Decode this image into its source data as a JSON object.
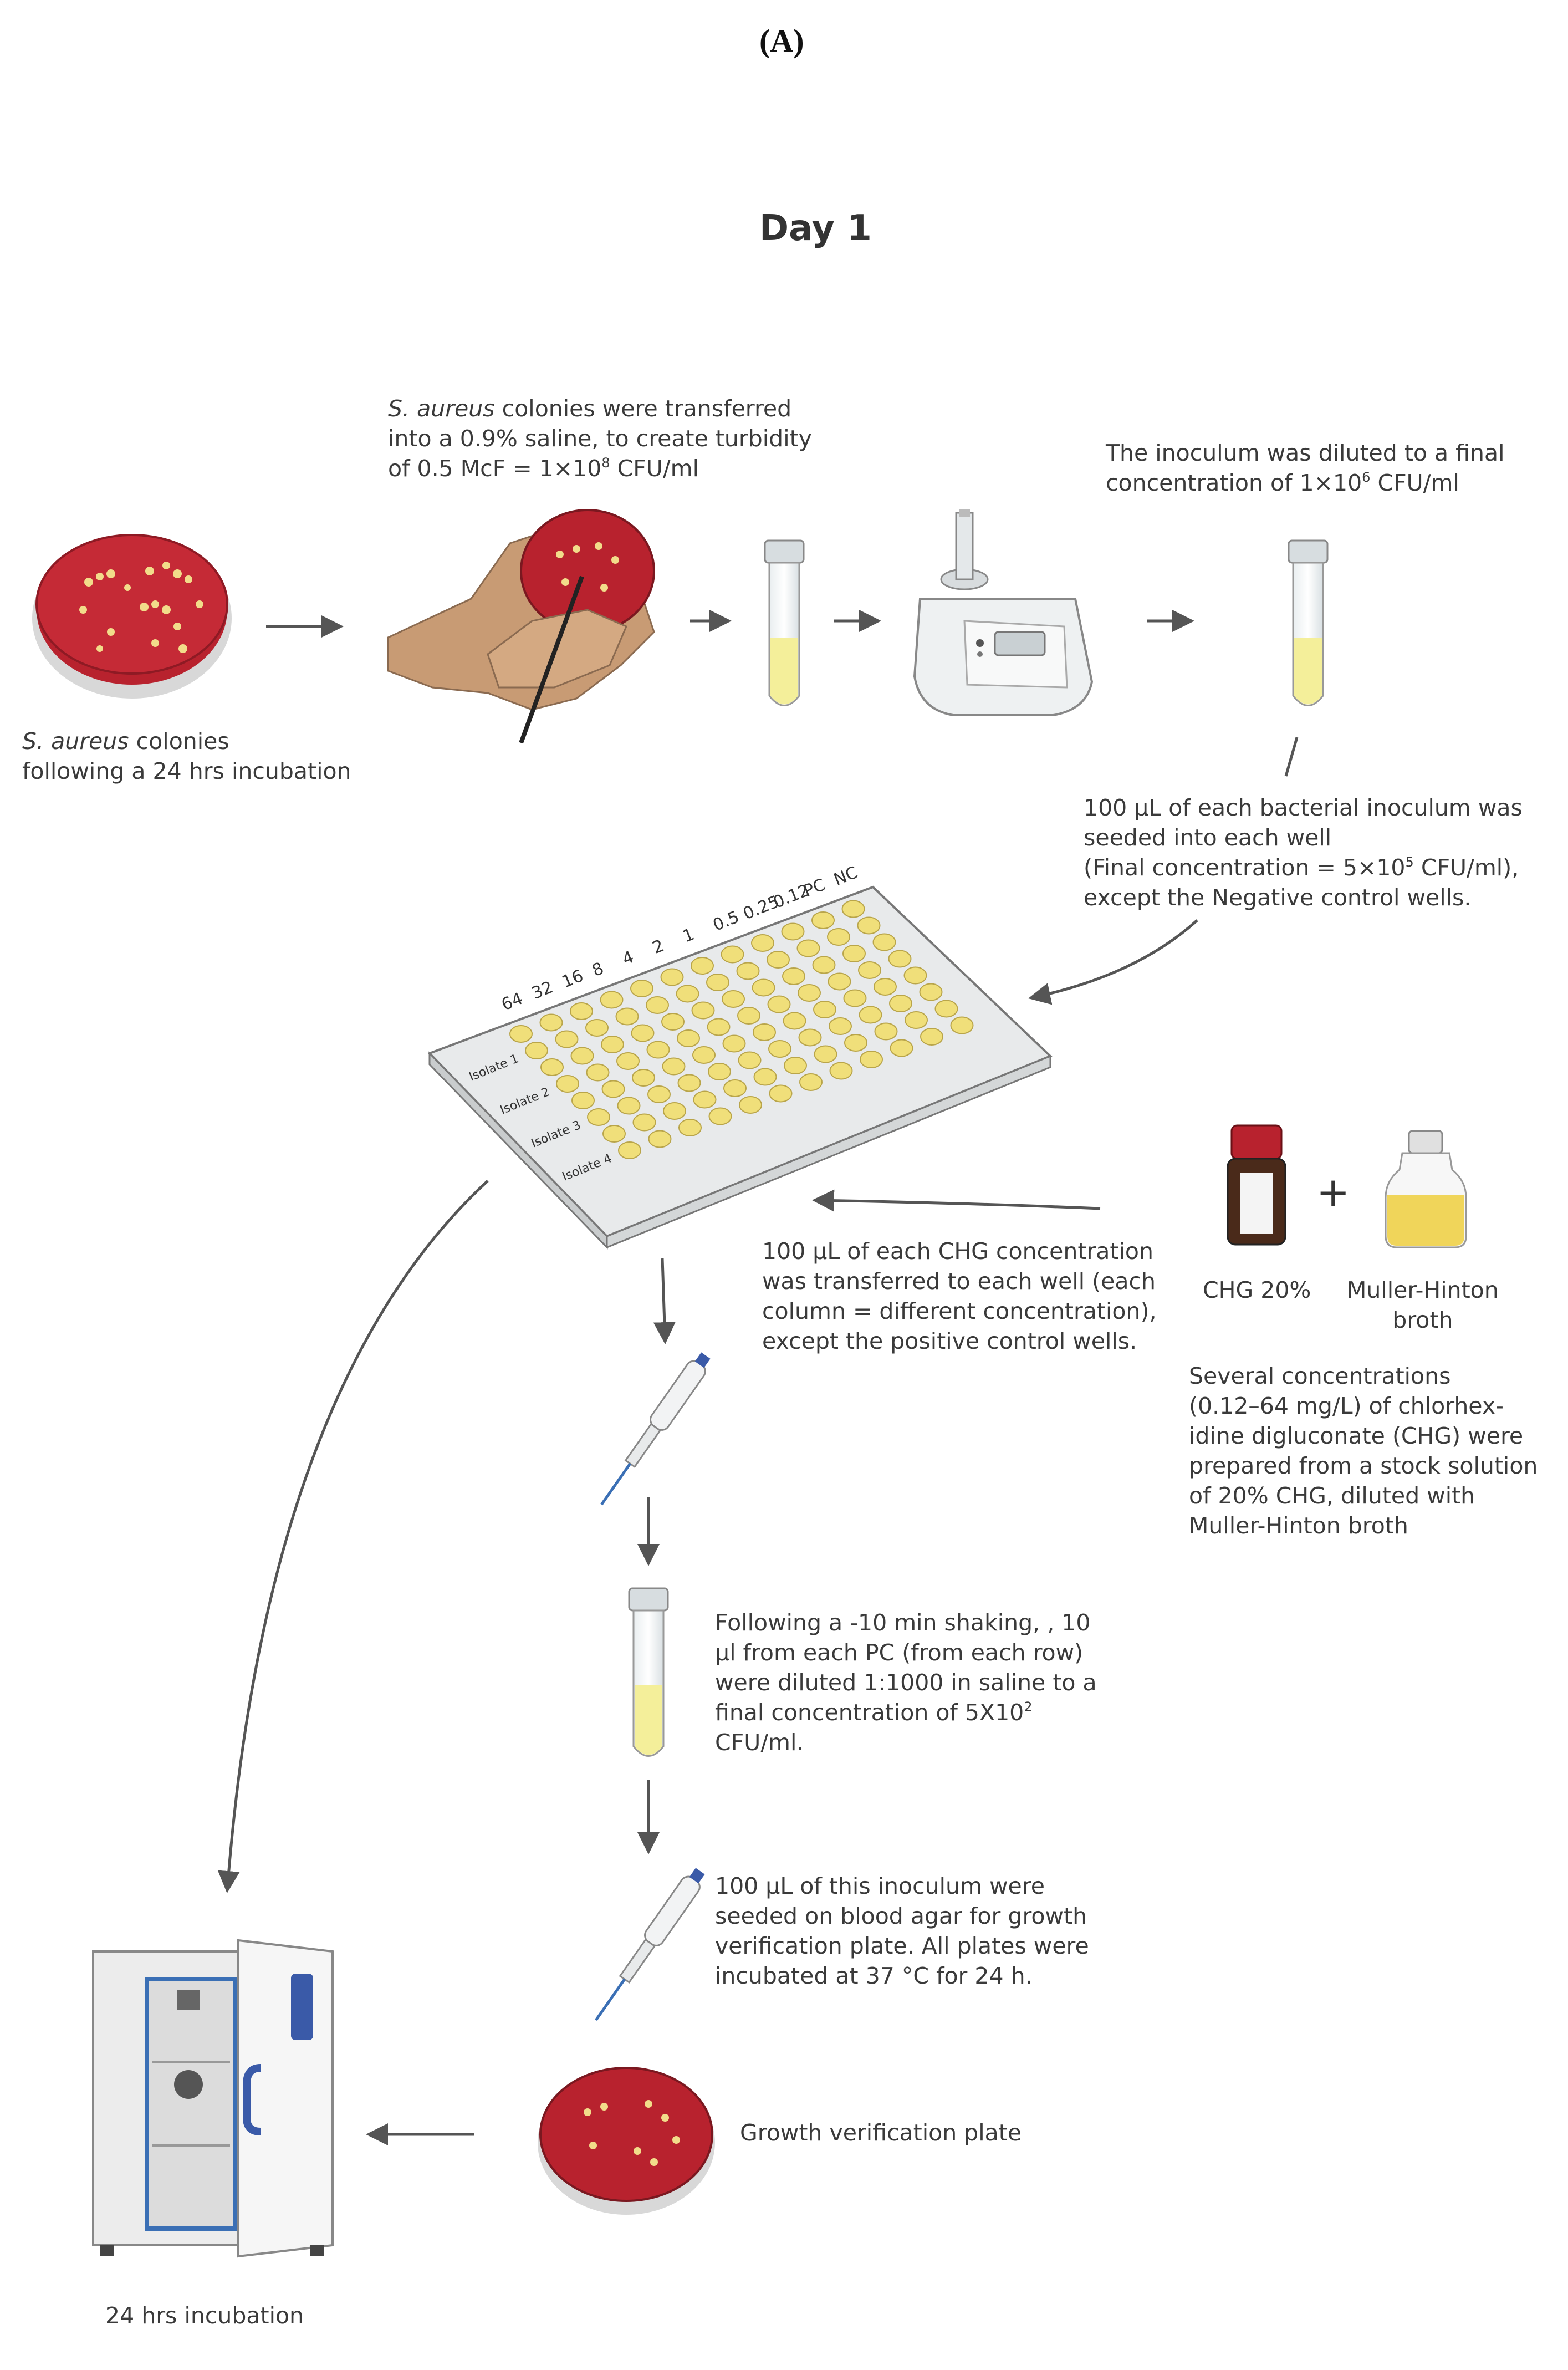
{
  "panel_label": "(A)",
  "title": "Day 1",
  "labels": {
    "colonies_italic": "S. aureus",
    "colonies_rest": " colonies",
    "colonies_line2": "following a 24 hrs incubation",
    "transfer_italic": "S. aureus",
    "transfer_rest": " colonies were transferred",
    "transfer_line2": "into a 0.9% saline, to create turbidity",
    "transfer_line3a": "of 0.5 McF = 1×10",
    "transfer_line3_exp": "8",
    "transfer_line3b": " CFU/ml",
    "diluted_line1": "The inoculum was diluted to a final",
    "diluted_line2a": "concentration of 1×10",
    "diluted_line2_exp": "6",
    "diluted_line2b": " CFU/ml",
    "seeded_line1": "100 μL of each bacterial inoculum was",
    "seeded_line2": "seeded into each well",
    "seeded_line3a": "(Final concentration = 5×10",
    "seeded_line3_exp": "5",
    "seeded_line3b": " CFU/ml),",
    "seeded_line4": "except the Negative control wells.",
    "chg_transfer_line1": "100 μL of each CHG concentration",
    "chg_transfer_line2": "was transferred to each well (each",
    "chg_transfer_line3": "column = different concentration),",
    "chg_transfer_line4": "except the positive control wells.",
    "chg_bottle": "CHG 20%",
    "mh_line1": "Muller-Hinton",
    "mh_line2": "broth",
    "plus": "+",
    "concentrations_line1": "Several concentrations",
    "concentrations_line2": "(0.12–64 mg/L) of chlorhex-",
    "concentrations_line3": "idine digluconate  (CHG) were",
    "concentrations_line4": "prepared from  a stock solution",
    "concentrations_line5": "of 20% CHG, diluted with",
    "concentrations_line6": "Muller-Hinton broth",
    "shaking_line1": "Following a -10 min shaking, , 10",
    "shaking_line2": "μl from each PC (from each row)",
    "shaking_line3": "were diluted 1:1000 in saline to a",
    "shaking_line4a": "final concentration of 5X10",
    "shaking_line4_exp": "2",
    "shaking_line5": "CFU/ml.",
    "verification_line1": "100 μL of this inoculum were",
    "verification_line2": "seeded on blood agar for growth",
    "verification_line3": "verification plate. All plates were",
    "verification_line4": "incubated at 37 °C for 24 h.",
    "growth_plate": "Growth verification plate",
    "incubation": "24 hrs incubation"
  },
  "plate": {
    "column_labels": [
      "64",
      "32",
      "16",
      "8",
      "4",
      "2",
      "1",
      "0.5",
      "0.25",
      "0.12",
      "PC",
      "NC"
    ],
    "row_labels": [
      "Isolate 1",
      "Isolate 2",
      "Isolate 3",
      "Isolate 4"
    ]
  },
  "colors": {
    "agar": "#b8222e",
    "colony": "#f2dc8a",
    "tube_liquid": "#f4ef9a",
    "well": "#f0df7a",
    "incubator_accent": "#3a6fb5",
    "hand": "#c89b74",
    "arrow": "#5a5a5a"
  }
}
